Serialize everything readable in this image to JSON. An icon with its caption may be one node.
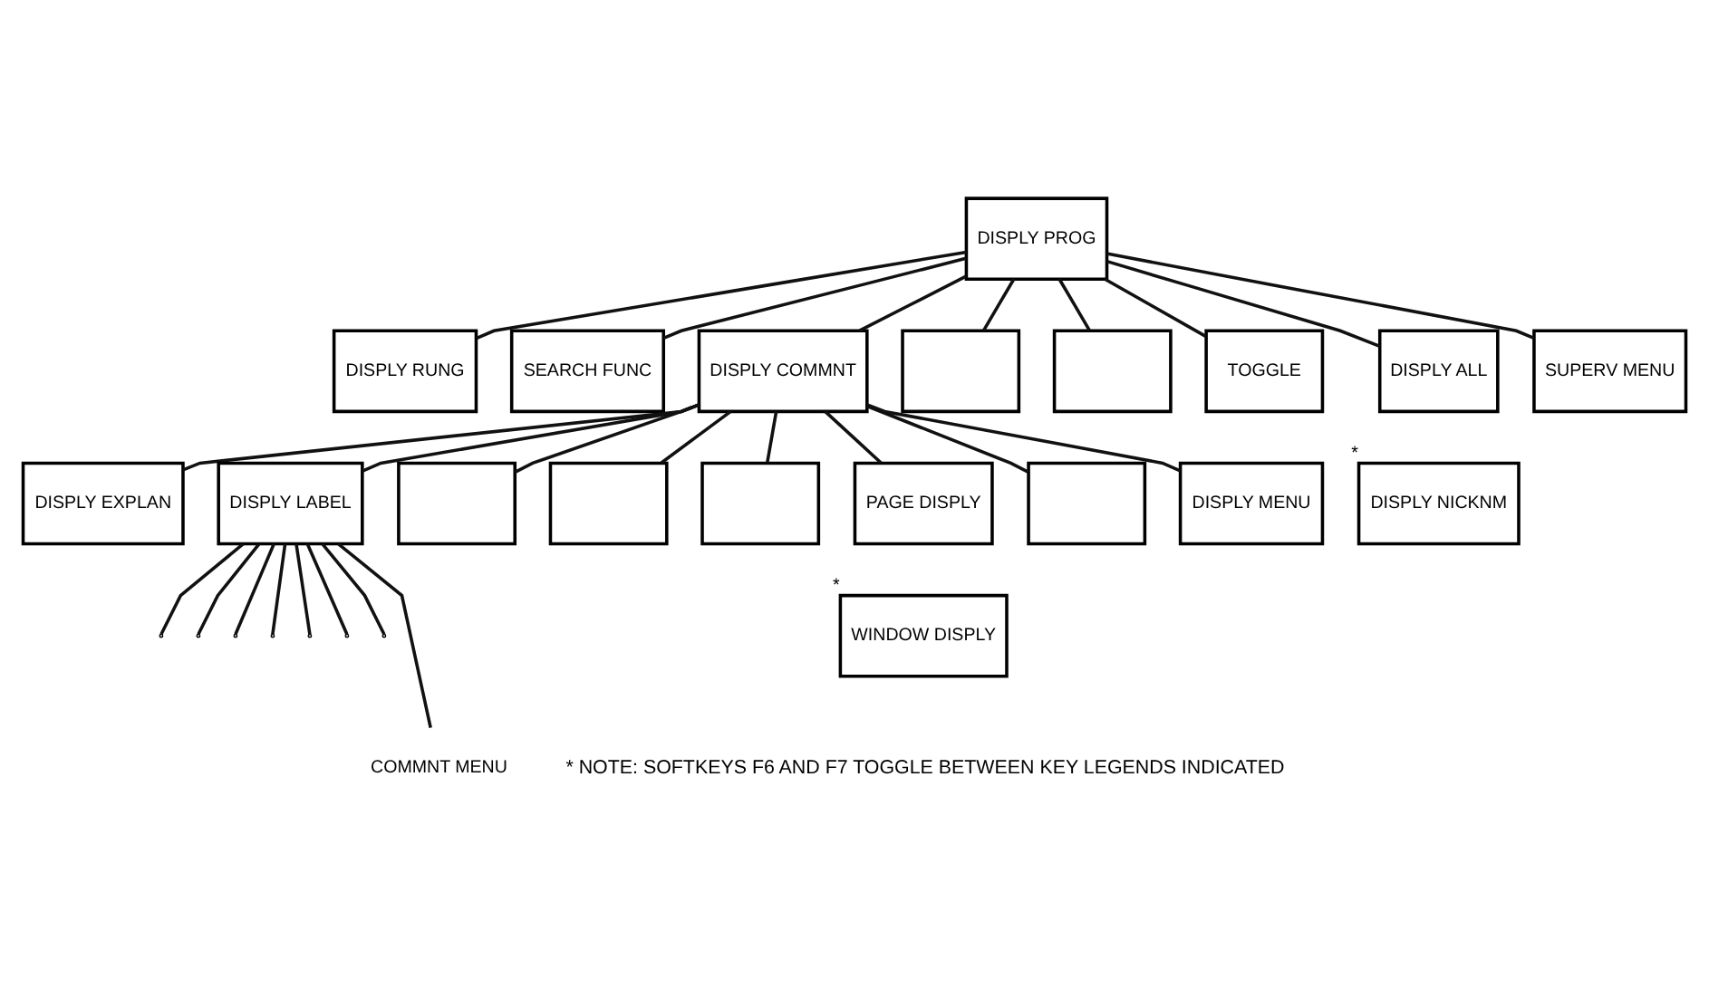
{
  "diagram": {
    "nodes": [
      {
        "text": [
          "DISPLY PROG"
        ]
      },
      {
        "text": [
          "DISPLY RUNG"
        ]
      },
      {
        "text": [
          "SEARCH FUNC"
        ]
      },
      {
        "text": [
          "DISPLY COMMNT"
        ]
      },
      {
        "text": [],
        "shape": "box"
      },
      {
        "text": [],
        "shape": "box"
      },
      {
        "text": [
          "TOGGLE"
        ]
      },
      {
        "text": [
          "DISPLY ALL"
        ]
      },
      {
        "text": [
          "DISPLY NICKNM"
        ],
        "beside": [
          "*"
        ]
      },
      {
        "text": [
          "SUPERV MENU"
        ]
      },
      {
        "text": [
          "DISPLY EXPLAN"
        ]
      },
      {
        "text": [
          "DISPLY LABEL"
        ]
      },
      {
        "text": [],
        "shape": "box"
      },
      {
        "text": [],
        "shape": "box"
      },
      {
        "text": [],
        "shape": "box"
      },
      {
        "text": [
          "PAGE DISPLY"
        ]
      },
      {
        "text": [
          "WINDOW DISPLY"
        ],
        "beside": [
          "*"
        ]
      },
      {
        "text": [],
        "shape": "box"
      },
      {
        "text": [
          "DISPLY MENU"
        ]
      },
      {
        "text": [
          "COMMNT MENU"
        ]
      }
    ],
    "edges": [
      {
        "from": 0,
        "to": 1,
        "arrow": "none"
      },
      {
        "from": 0,
        "to": 2,
        "arrow": "none"
      },
      {
        "from": 0,
        "to": 3,
        "arrow": "none"
      },
      {
        "from": 0,
        "to": 4,
        "arrow": "none"
      },
      {
        "from": 0,
        "to": 5,
        "arrow": "none"
      },
      {
        "from": 0,
        "to": 6,
        "arrow": "none"
      },
      {
        "from": 0,
        "to": 7,
        "arrow": "none"
      },
      {
        "from": 0,
        "to": 9,
        "arrow": "none"
      },
      {
        "from": 3,
        "to": 10,
        "arrow": "none"
      },
      {
        "from": 3,
        "to": 11,
        "arrow": "none"
      },
      {
        "from": 3,
        "to": 12,
        "arrow": "none"
      },
      {
        "from": 3,
        "to": 13,
        "arrow": "none"
      },
      {
        "from": 3,
        "to": 14,
        "arrow": "none"
      },
      {
        "from": 3,
        "to": 15,
        "arrow": "none"
      },
      {
        "from": 3,
        "to": 17,
        "arrow": "none"
      },
      {
        "from": 3,
        "to": 18,
        "arrow": "none"
      },
      {
        "from": 11,
        "to": null,
        "arrow": "none"
      },
      {
        "from": 11,
        "to": null,
        "arrow": "none"
      },
      {
        "from": 11,
        "to": null,
        "arrow": "none"
      },
      {
        "from": 11,
        "to": null,
        "arrow": "none"
      },
      {
        "from": 11,
        "to": null,
        "arrow": "none"
      },
      {
        "from": 11,
        "to": null,
        "arrow": "none"
      },
      {
        "from": 11,
        "to": null,
        "arrow": "none"
      },
      {
        "from": 11,
        "to": 19,
        "arrow": "none"
      }
    ],
    "labels": [
      "* NOTE: SOFTKEYS F6 AND F7 TOGGLE BETWEEN KEY LEGENDS INDICATED"
    ]
  }
}
